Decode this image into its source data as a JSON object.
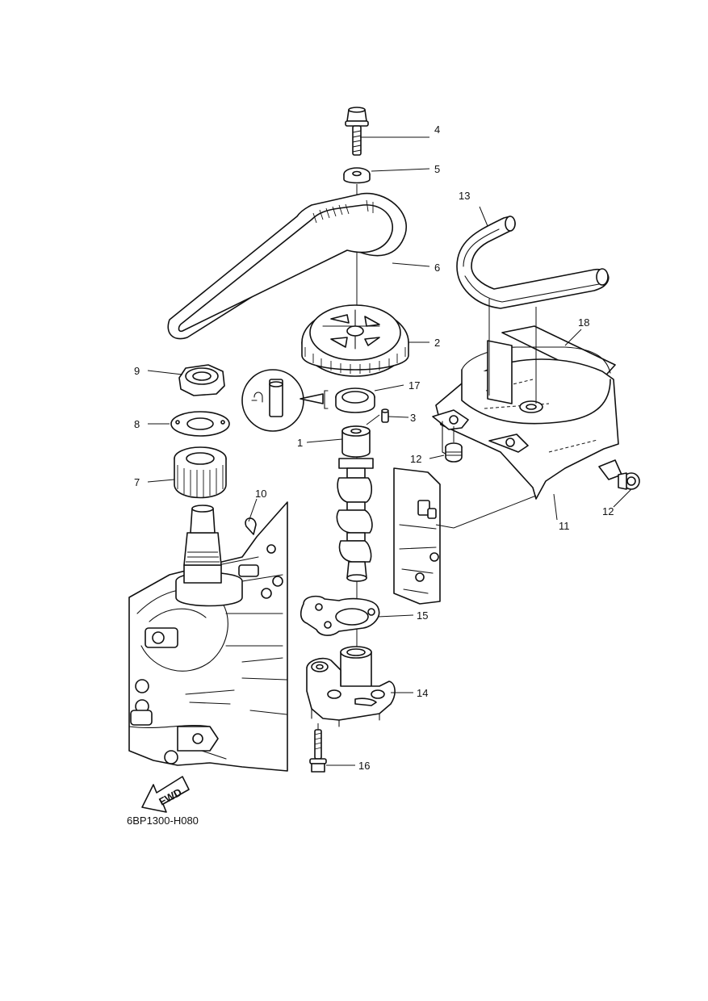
{
  "diagram": {
    "figure_code": "6BP1300-H080",
    "fwd_label": "FWD",
    "callouts": [
      {
        "id": "c4",
        "label": "4"
      },
      {
        "id": "c5",
        "label": "5"
      },
      {
        "id": "c13",
        "label": "13"
      },
      {
        "id": "c6",
        "label": "6"
      },
      {
        "id": "c18",
        "label": "18"
      },
      {
        "id": "c2",
        "label": "2"
      },
      {
        "id": "c9",
        "label": "9"
      },
      {
        "id": "c17",
        "label": "17"
      },
      {
        "id": "c3",
        "label": "3"
      },
      {
        "id": "c8",
        "label": "8"
      },
      {
        "id": "c1",
        "label": "1"
      },
      {
        "id": "c12a",
        "label": "12"
      },
      {
        "id": "c7",
        "label": "7"
      },
      {
        "id": "c10",
        "label": "10"
      },
      {
        "id": "c12b",
        "label": "12"
      },
      {
        "id": "c11",
        "label": "11"
      },
      {
        "id": "c15",
        "label": "15"
      },
      {
        "id": "c14",
        "label": "14"
      },
      {
        "id": "c16",
        "label": "16"
      }
    ]
  }
}
